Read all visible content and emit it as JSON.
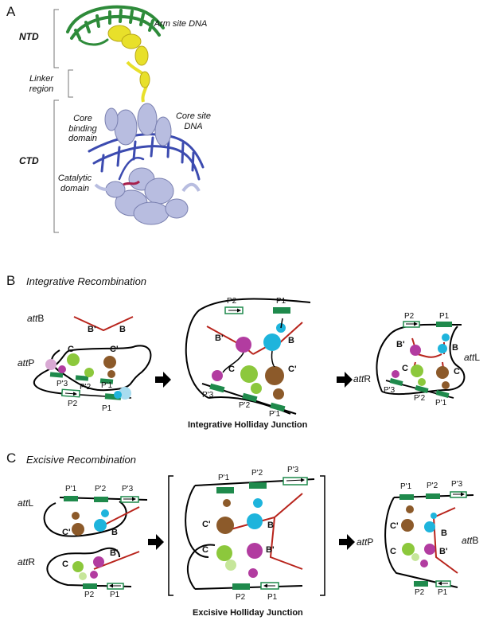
{
  "panels": {
    "a": "A",
    "b": "B",
    "c": "C"
  },
  "panel_a": {
    "ntd": "NTD",
    "linker": "Linker region",
    "ctd": "CTD",
    "arm_site": "Arm site DNA",
    "core_site": "Core site DNA",
    "core_binding": "Core binding domain",
    "catalytic": "Catalytic domain"
  },
  "panel_b": {
    "title": "Integrative Recombination",
    "attB": {
      "italic": "att",
      "plain": "B"
    },
    "attP": {
      "italic": "att",
      "plain": "P"
    },
    "attR": {
      "italic": "att",
      "plain": "R"
    },
    "attL": {
      "italic": "att",
      "plain": "L"
    },
    "caption": "Integrative Holliday Junction",
    "labels": {
      "B": "B",
      "Bp": "B'",
      "C": "C",
      "Cp": "C'",
      "P1": "P1",
      "P2": "P2",
      "Pp1": "P'1",
      "Pp2": "P'2",
      "Pp3": "P'3"
    }
  },
  "panel_c": {
    "title": "Excisive Recombination",
    "attL": {
      "italic": "att",
      "plain": "L"
    },
    "attR": {
      "italic": "att",
      "plain": "R"
    },
    "attP": {
      "italic": "att",
      "plain": "P"
    },
    "attB": {
      "italic": "att",
      "plain": "B"
    },
    "caption": "Excisive Holliday Junction"
  },
  "colors": {
    "arm_dna": "#2e8b3a",
    "ntd_protein": "#e8e02a",
    "ctd_protein": "#b8bde0",
    "core_dna": "#3c4bb0",
    "site_box": "#1f8a4c",
    "core_line": "#b8241c",
    "bead_cyan": "#1eb4dc",
    "bead_green": "#8cc83c",
    "bead_brown": "#8c5a2a",
    "bead_magenta": "#b23ca0"
  }
}
